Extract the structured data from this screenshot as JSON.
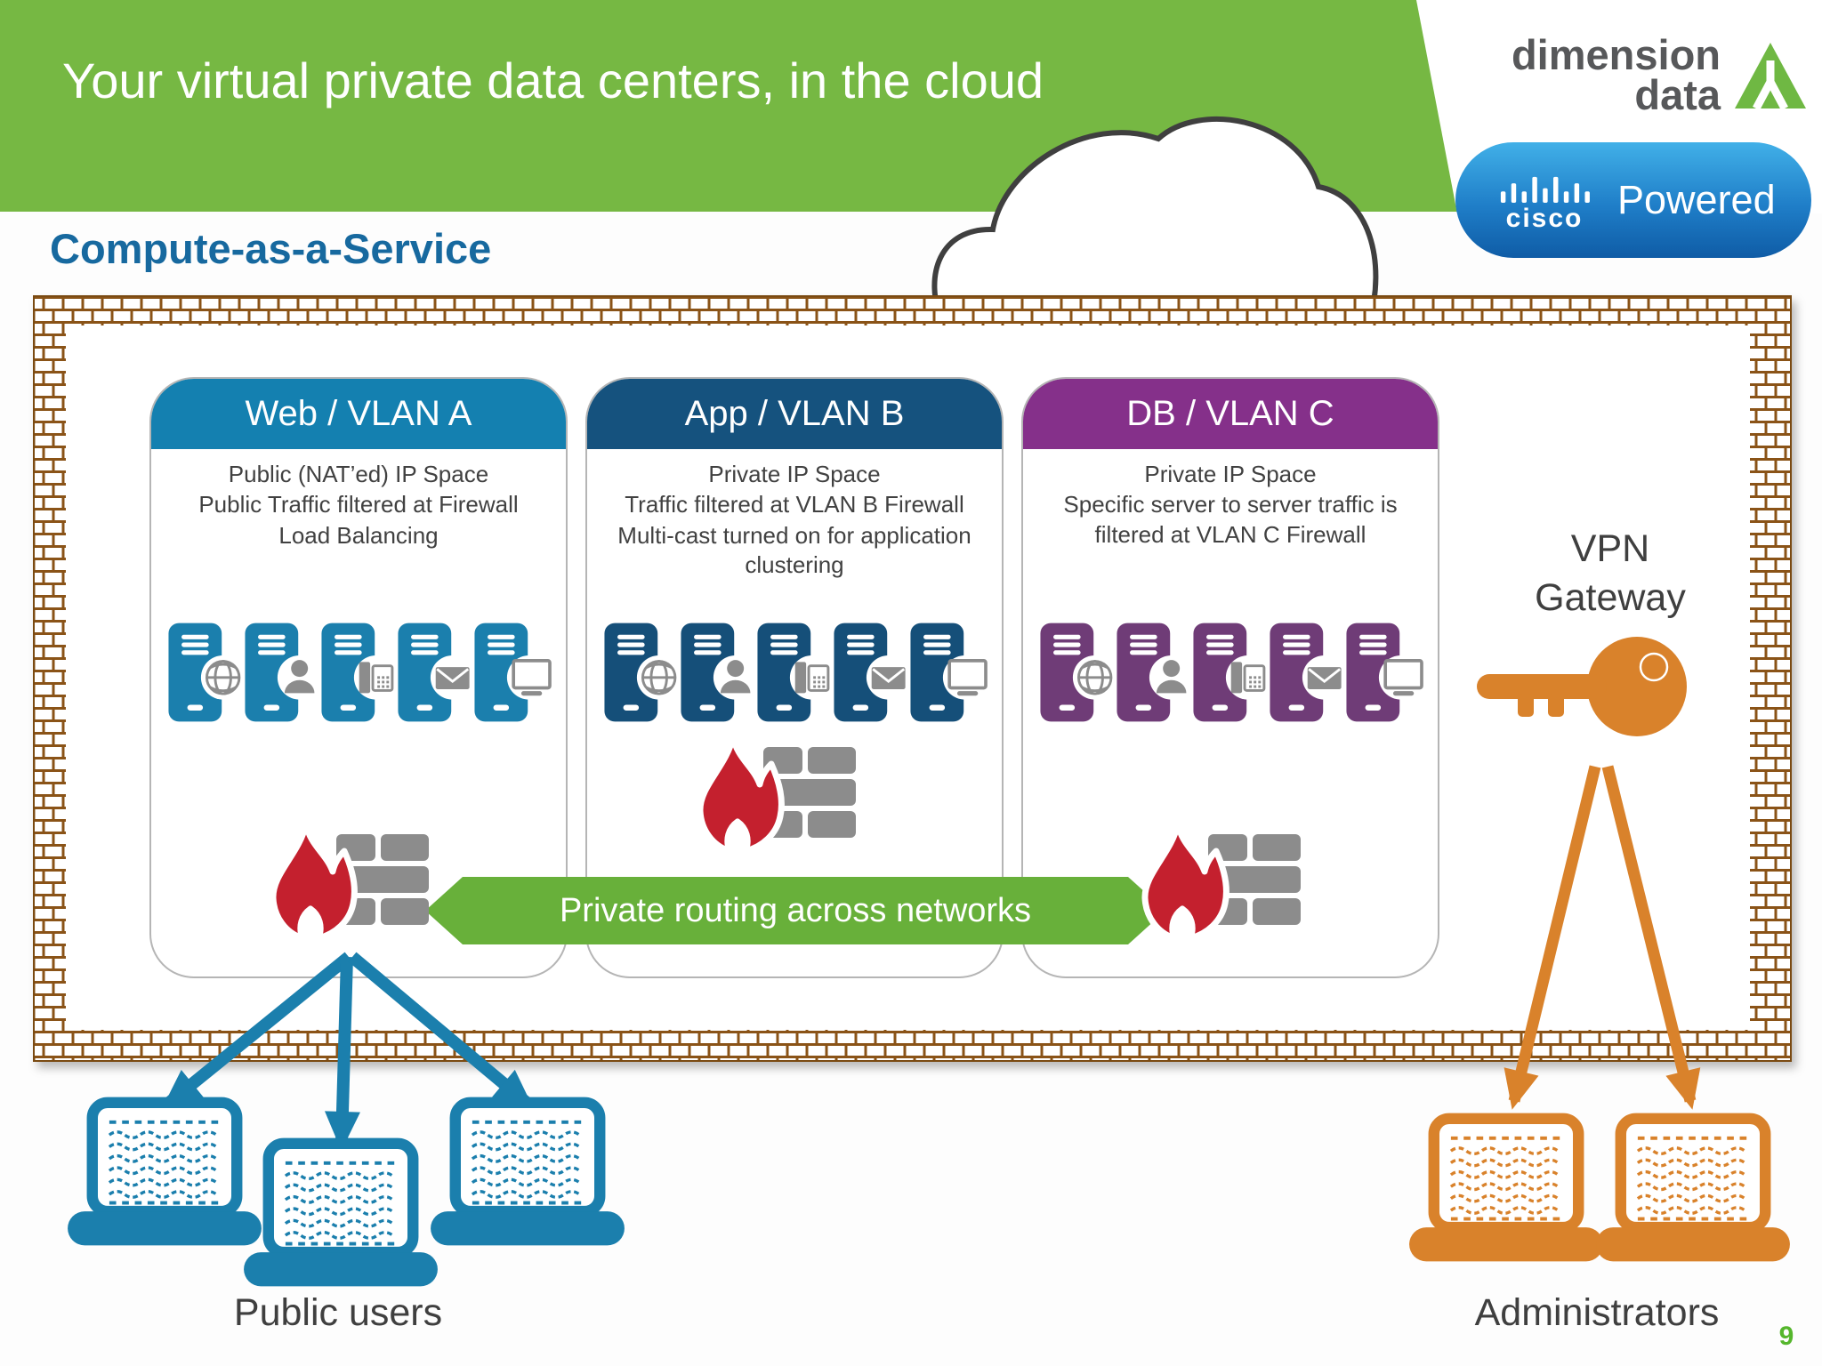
{
  "slide": {
    "title": "Your virtual private data centers, in the cloud",
    "section_heading": "Compute-as-a-Service",
    "page_number": "9"
  },
  "branding": {
    "dimension_line1": "dimension",
    "dimension_line2": "data",
    "cisco_wordmark": "cisco",
    "cisco_label": "Powered"
  },
  "colors": {
    "header_green": "#76b843",
    "heading_blue": "#17699f",
    "banner_green": "#68b03a",
    "public_blue": "#1b7fad",
    "admin_orange": "#d9822b",
    "flame_red": "#c4202e",
    "brick_brown": "#8a5317",
    "glyph_gray": "#8c8c8c",
    "logo_gray": "#57585a",
    "triangle_green": "#6fb843",
    "page_number_green": "#55b62c"
  },
  "diagram": {
    "banner_label": "Private routing across networks",
    "vpn_label_line1": "VPN",
    "vpn_label_line2": "Gateway",
    "public_users_label": "Public users",
    "administrators_label": "Administrators",
    "cards": [
      {
        "title": "Web / VLAN A",
        "header_color": "#1480b0",
        "server_color": "#1b7fad",
        "lines": [
          "Public (NAT’ed) IP Space",
          "Public Traffic filtered at Firewall",
          "Load Balancing"
        ],
        "servers": [
          "globe",
          "person",
          "phone",
          "mail",
          "monitor"
        ]
      },
      {
        "title": "App / VLAN B",
        "header_color": "#15527e",
        "server_color": "#154f79",
        "lines": [
          "Private IP Space",
          "Traffic filtered at VLAN B Firewall",
          "Multi-cast turned on for application clustering"
        ],
        "servers": [
          "globe",
          "person",
          "phone",
          "mail",
          "monitor"
        ]
      },
      {
        "title": "DB / VLAN C",
        "header_color": "#85308a",
        "server_color": "#6f3c77",
        "lines": [
          "Private IP Space",
          "Specific server to server traffic is filtered at VLAN C Firewall"
        ],
        "servers": [
          "globe",
          "person",
          "phone",
          "mail",
          "monitor"
        ]
      }
    ]
  }
}
